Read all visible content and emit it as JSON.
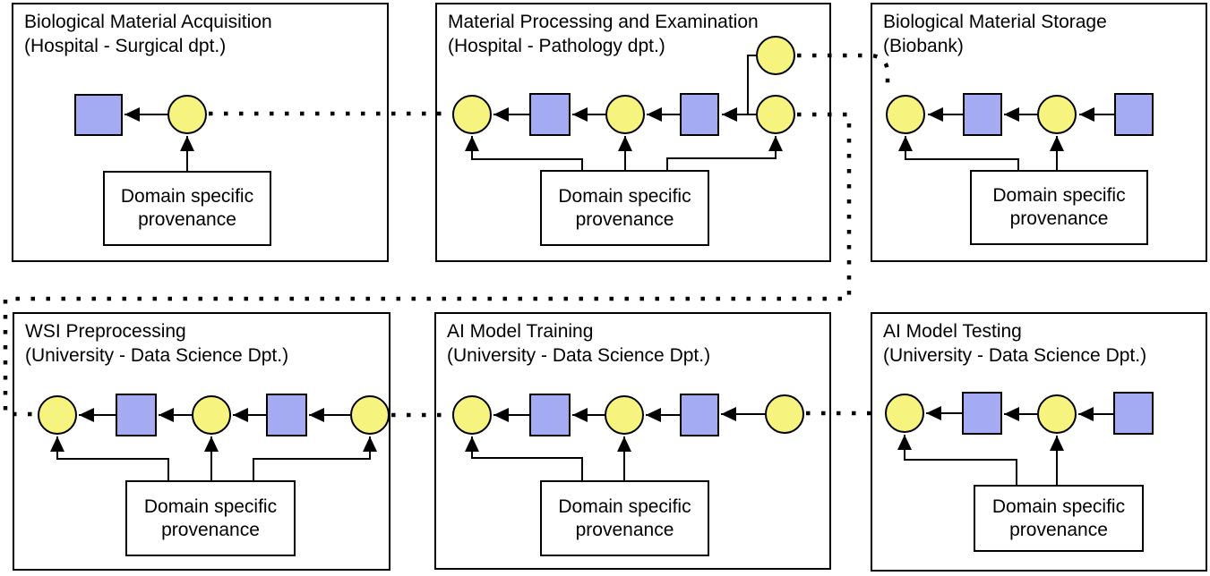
{
  "colors": {
    "entity_fill": "#F6F37E",
    "activity_fill": "#A5ABF2",
    "stroke": "#000000",
    "background": "#FFFFFF"
  },
  "zones": [
    {
      "title": "Biological Material Acquisition",
      "subtitle": "(Hospital - Surgical dpt.)",
      "provenance": "Domain specific provenance",
      "nodes": [
        "activity-square",
        "entity-circle"
      ]
    },
    {
      "title": "Material Processing and Examination",
      "subtitle": "(Hospital - Pathology dpt.)",
      "provenance": "Domain specific provenance",
      "nodes": [
        "entity-circle",
        "activity-square",
        "entity-circle",
        "activity-square",
        "entity-circle",
        "entity-circle-top"
      ]
    },
    {
      "title": "Biological Material Storage",
      "subtitle": "(Biobank)",
      "provenance": "Domain specific provenance",
      "nodes": [
        "entity-circle",
        "activity-square",
        "entity-circle",
        "activity-square"
      ]
    },
    {
      "title": "WSI Preprocessing",
      "subtitle": "(University - Data Science Dpt.)",
      "provenance": "Domain specific provenance",
      "nodes": [
        "entity-circle",
        "activity-square",
        "entity-circle",
        "activity-square",
        "entity-circle"
      ]
    },
    {
      "title": "AI Model Training",
      "subtitle": "(University - Data Science Dpt.)",
      "provenance": "Domain specific provenance",
      "nodes": [
        "entity-circle",
        "activity-square",
        "entity-circle",
        "activity-square",
        "entity-circle"
      ]
    },
    {
      "title": "AI Model Testing",
      "subtitle": "(University - Data Science Dpt.)",
      "provenance": "Domain specific provenance",
      "nodes": [
        "entity-circle",
        "activity-square",
        "entity-circle",
        "activity-square"
      ]
    }
  ]
}
